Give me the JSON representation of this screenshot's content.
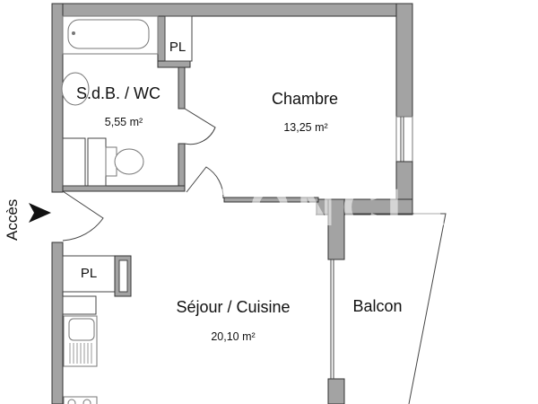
{
  "floorplan": {
    "watermark": "FONCIA",
    "access_label": "Accès",
    "rooms": [
      {
        "name": "S.d.B. / WC",
        "area": "5,55 m²"
      },
      {
        "name": "Chambre",
        "area": "13,25 m²"
      },
      {
        "name": "Séjour / Cuisine",
        "area": "20,10 m²"
      },
      {
        "name": "Balcon",
        "area": ""
      }
    ],
    "closets": [
      {
        "label": "PL"
      },
      {
        "label": "PL"
      }
    ],
    "colors": {
      "wall": "#a3a3a3",
      "outline": "#333333",
      "background": "#ffffff"
    }
  }
}
